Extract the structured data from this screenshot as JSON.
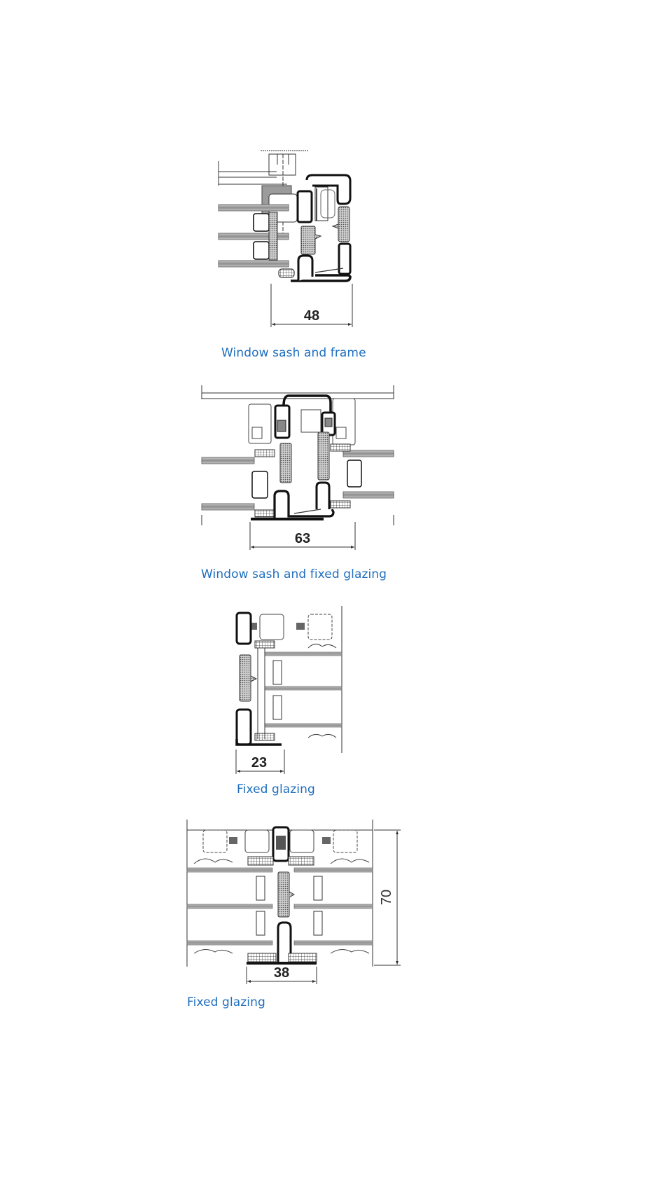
{
  "page": {
    "sections": [
      {
        "id": "window-sash-and-frame",
        "caption": "Window sash and frame",
        "dimensions": {
          "width": "48"
        }
      },
      {
        "id": "window-sash-and-fixed-glazing",
        "caption": "Window sash and fixed glazing",
        "dimensions": {
          "width": "63"
        }
      },
      {
        "id": "fixed-glazing-edge",
        "caption": "Fixed glazing",
        "dimensions": {
          "width": "23"
        }
      },
      {
        "id": "fixed-glazing-mullion",
        "caption": "Fixed glazing",
        "dimensions": {
          "width": "38",
          "depth": "70"
        }
      }
    ],
    "colors": {
      "caption": "#1f6fbf",
      "profile_stroke": "#111111",
      "glass": "#9a9a9a",
      "gasket_fill": "#bdbdbd"
    }
  }
}
